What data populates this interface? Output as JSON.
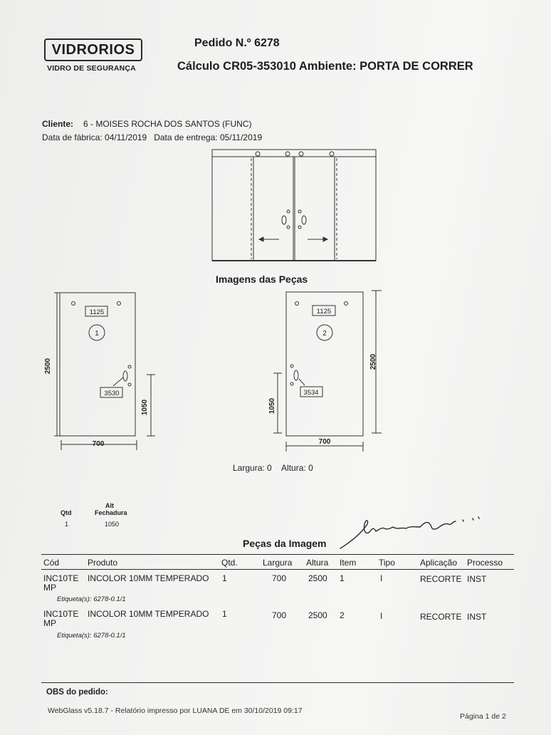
{
  "header": {
    "logo_text": "VIDRORIOS",
    "logo_subtitle": "VIDRO DE SEGURANÇA",
    "order_title": "Pedido N.º 6278",
    "calc_line": "Cálculo CR05-353010 Ambiente: PORTA DE CORRER"
  },
  "client": {
    "label": "Cliente:",
    "value": "6 - MOISES ROCHA DOS SANTOS (FUNC)",
    "factory_date": "Data de fábrica: 04/11/2019",
    "delivery_date": "Data de entrega: 05/11/2019"
  },
  "images_title": "Imagens das Peças",
  "pieces": [
    {
      "label_top": "1125",
      "number": "1",
      "label_mid": "3530",
      "height": "2500",
      "lock_height": "1050",
      "width": "700"
    },
    {
      "label_top": "1125",
      "number": "2",
      "label_mid": "3534",
      "height": "2500",
      "lock_height": "1050",
      "width": "700"
    }
  ],
  "dimensions_note": {
    "largura": "Largura: 0",
    "altura": "Altura: 0"
  },
  "lock_table": {
    "qtd_header": "Qtd",
    "alt_header_1": "Alt",
    "alt_header_2": "Fechadura",
    "qtd_value": "1",
    "alt_value": "1050"
  },
  "parts_title": "Peças da Imagem",
  "parts_table": {
    "headers": [
      "Cód",
      "Produto",
      "Qtd.",
      "Largura",
      "Altura",
      "Item",
      "Tipo",
      "Aplicação",
      "Processo"
    ],
    "rows": [
      {
        "cod_line1": "INC10TE",
        "cod_line2": "MP",
        "produto": "INCOLOR 10MM TEMPERADO",
        "qtd": "1",
        "largura": "700",
        "altura": "2500",
        "item": "1",
        "tipo": "I",
        "aplicacao": "RECORTE",
        "processo": "INST",
        "etiqueta": "Etiqueta(s): 6278-0.1/1"
      },
      {
        "cod_line1": "INC10TE",
        "cod_line2": "MP",
        "produto": "INCOLOR 10MM TEMPERADO",
        "qtd": "1",
        "largura": "700",
        "altura": "2500",
        "item": "2",
        "tipo": "I",
        "aplicacao": "RECORTE",
        "processo": "INST",
        "etiqueta": "Etiqueta(s): 6278-0.1/1"
      }
    ]
  },
  "obs_label": "OBS do pedido:",
  "footer": {
    "printed_by": "WebGlass v5.18.7 - Relatório impresso por LUANA DE em 30/10/2019 09:17",
    "page": "Página 1 de 2"
  }
}
